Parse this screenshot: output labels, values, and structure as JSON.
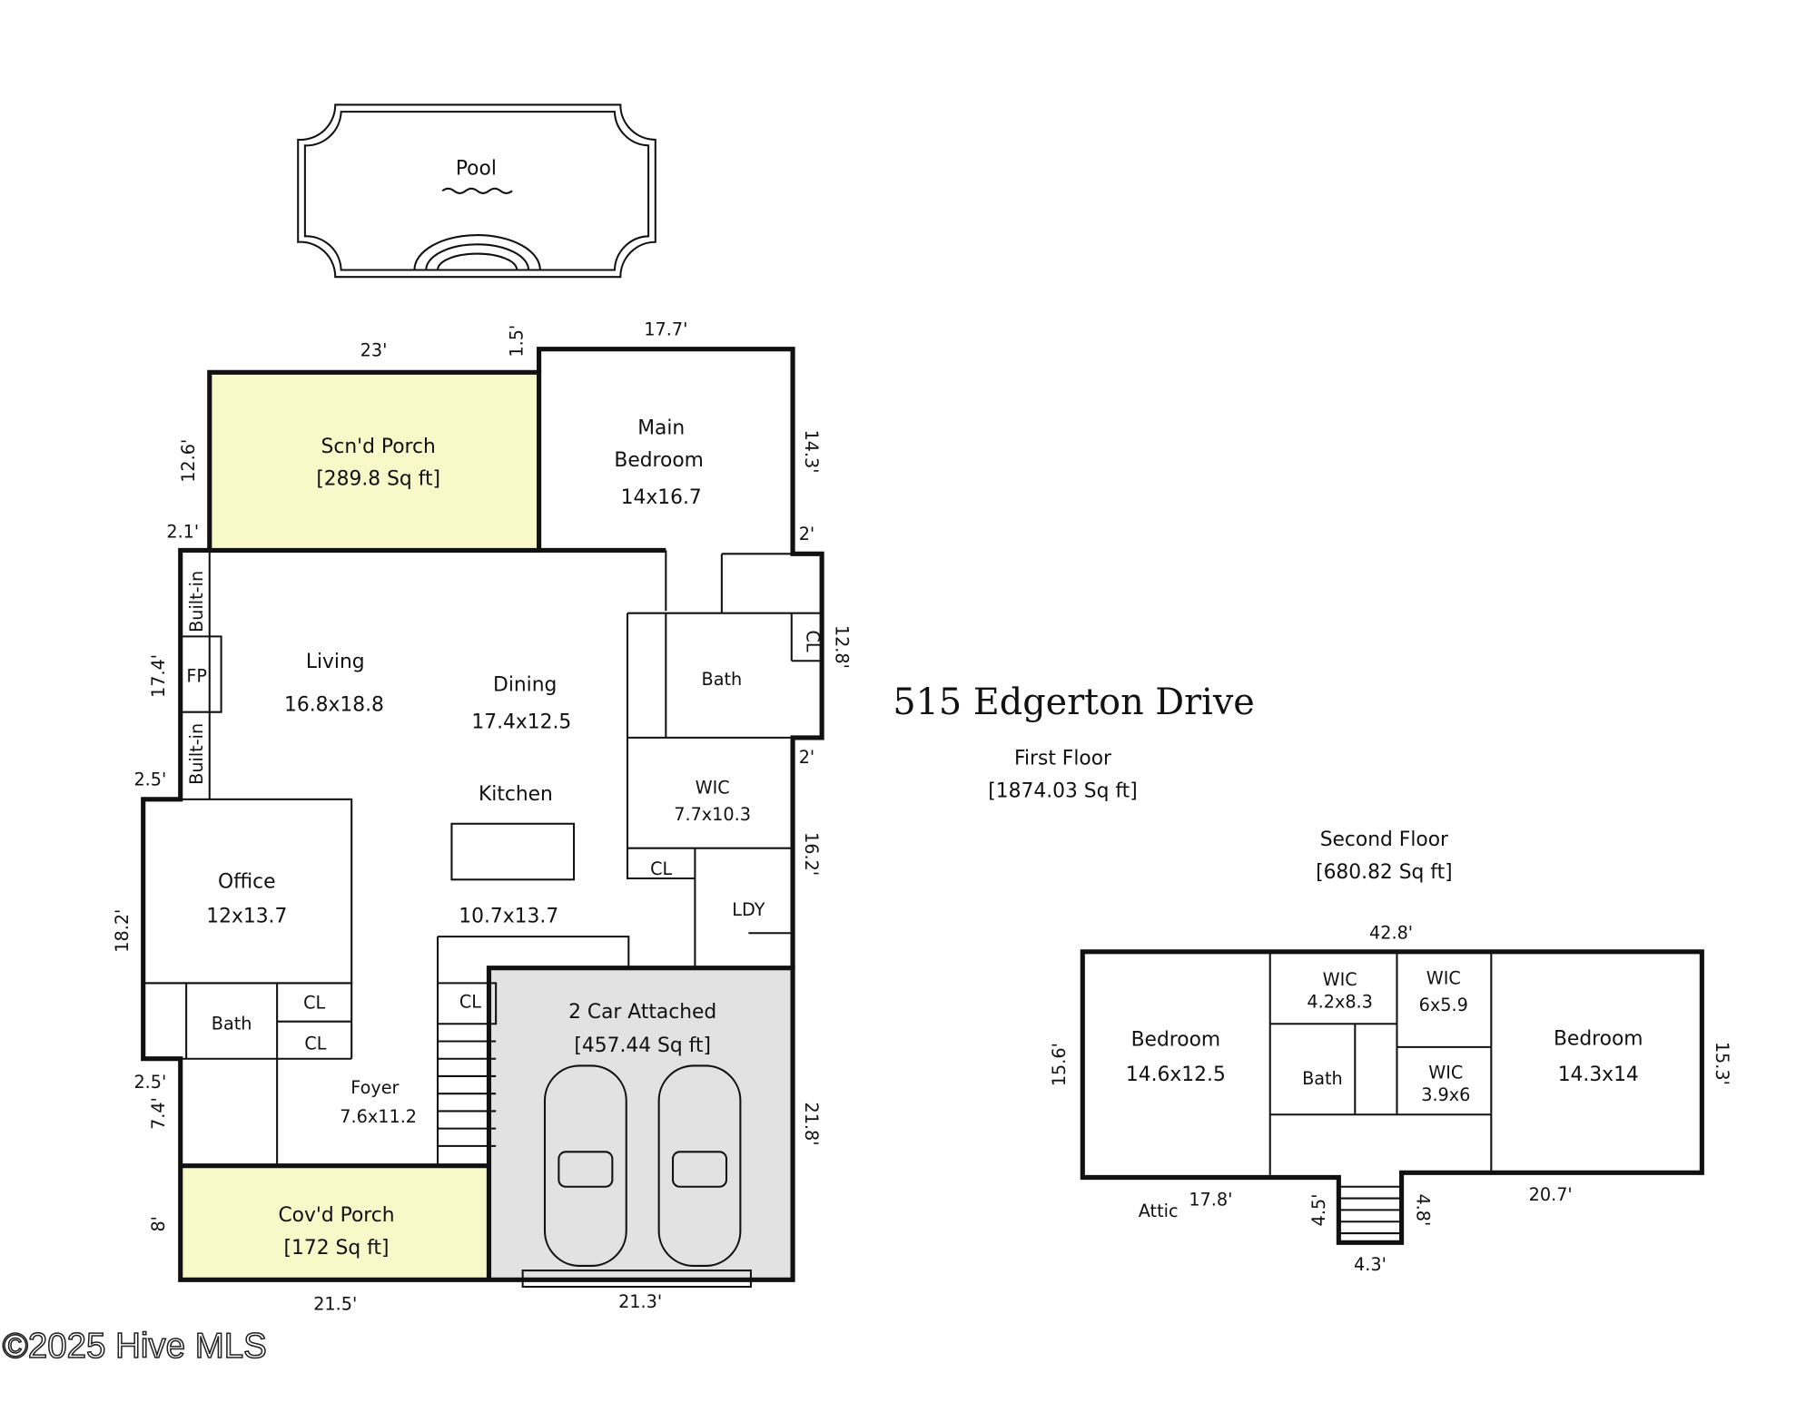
{
  "title": "515 Edgerton Drive",
  "first_floor": {
    "label": "First Floor",
    "area": "[1874.03 Sq ft]"
  },
  "second_floor": {
    "label": "Second Floor",
    "area": "[680.82 Sq ft]"
  },
  "pool": "Pool",
  "rooms1": {
    "porch_scn": {
      "name": "Scn'd Porch",
      "size": "[289.8 Sq ft]"
    },
    "main_bed": {
      "name1": "Main",
      "name2": "Bedroom",
      "size": "14x16.7"
    },
    "living": {
      "name": "Living",
      "size": "16.8x18.8"
    },
    "dining": {
      "name": "Dining",
      "size": "17.4x12.5"
    },
    "kitchen": {
      "name": "Kitchen",
      "size": "10.7x13.7"
    },
    "bath_main": {
      "name": "Bath"
    },
    "cl_main": "CL",
    "wic": {
      "name": "WIC",
      "size": "7.7x10.3"
    },
    "cl_ldy": "CL",
    "ldy": "LDY",
    "office": {
      "name": "Office",
      "size": "12x13.7"
    },
    "bath_half": {
      "name": "Bath"
    },
    "cl1": "CL",
    "cl2": "CL",
    "cl3": "CL",
    "foyer": {
      "name": "Foyer",
      "size": "7.6x11.2"
    },
    "builtin1": "Built-in",
    "builtin2": "Built-in",
    "fp": "FP",
    "garage": {
      "name": "2 Car Attached",
      "size": "[457.44 Sq ft]"
    },
    "porch_cov": {
      "name": "Cov'd Porch",
      "size": "[172 Sq ft]"
    }
  },
  "dims1": {
    "d23": "23'",
    "d1_5": "1.5'",
    "d17_7": "17.7'",
    "d12_6": "12.6'",
    "d14_3": "14.3'",
    "d2_1": "2.1'",
    "d2a": "2'",
    "d12_8": "12.8'",
    "d17_4": "17.4'",
    "d2b": "2'",
    "d2_5a": "2.5'",
    "d16_2": "16.2'",
    "d18_2": "18.2'",
    "d2_5b": "2.5'",
    "d7_4": "7.4'",
    "d21_8": "21.8'",
    "d8": "8'",
    "d21_5": "21.5'",
    "d21_3": "21.3'"
  },
  "rooms2": {
    "bed_left": {
      "name": "Bedroom",
      "size": "14.6x12.5"
    },
    "bed_right": {
      "name": "Bedroom",
      "size": "14.3x14"
    },
    "wic_a": {
      "name": "WIC",
      "size": "4.2x8.3"
    },
    "wic_b": {
      "name": "WIC",
      "size": "6x5.9"
    },
    "wic_c": {
      "name": "WIC",
      "size": "3.9x6"
    },
    "bath": "Bath",
    "attic": "Attic"
  },
  "dims2": {
    "d42_8": "42.8'",
    "d15_6": "15.6'",
    "d15_3": "15.3'",
    "d17_8": "17.8'",
    "d20_7": "20.7'",
    "d4_5": "4.5'",
    "d4_8": "4.8'",
    "d4_3": "4.3'"
  },
  "watermark": "©2025 Hive MLS",
  "colors": {
    "porch": "#f8f8c8",
    "garage": "#e2e2e2"
  }
}
